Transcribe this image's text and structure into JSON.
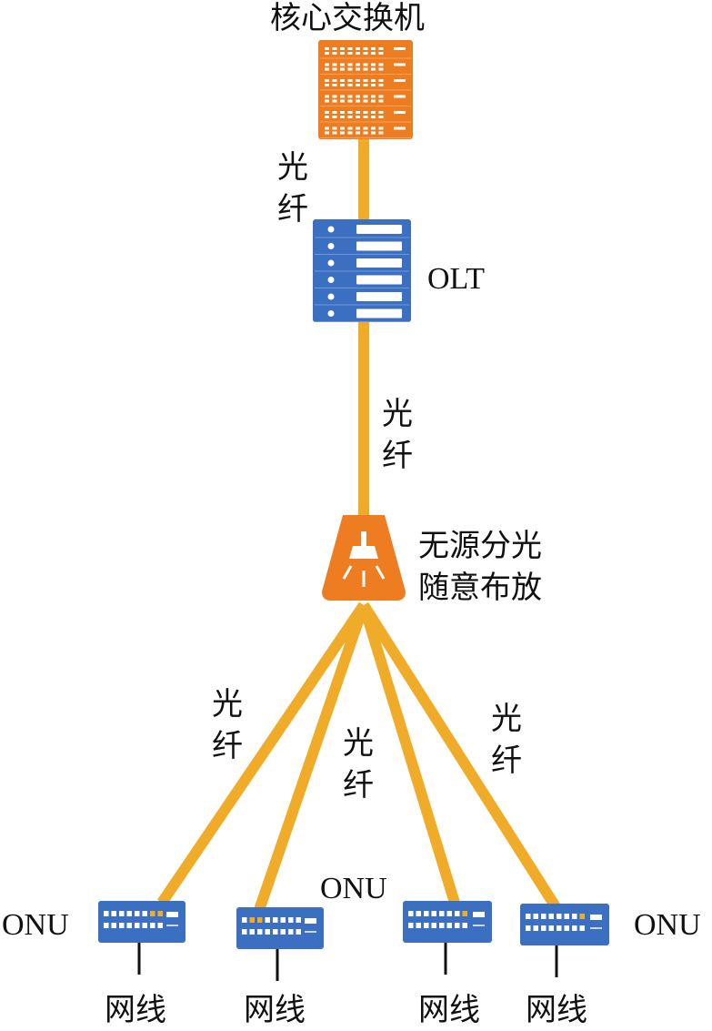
{
  "title": "核心交换机",
  "devices": {
    "olt": "OLT",
    "splitter_line1": "无源分光",
    "splitter_line2": "随意布放",
    "onu": "ONU"
  },
  "links": {
    "fiber": "光纤",
    "cable": "网线"
  },
  "colors": {
    "core_switch": "#ee7d22",
    "olt": "#3b6fc2",
    "onu": "#3b6fc2",
    "splitter": "#ee7d22",
    "fiber": "#f0ac28",
    "cable": "#111111"
  }
}
